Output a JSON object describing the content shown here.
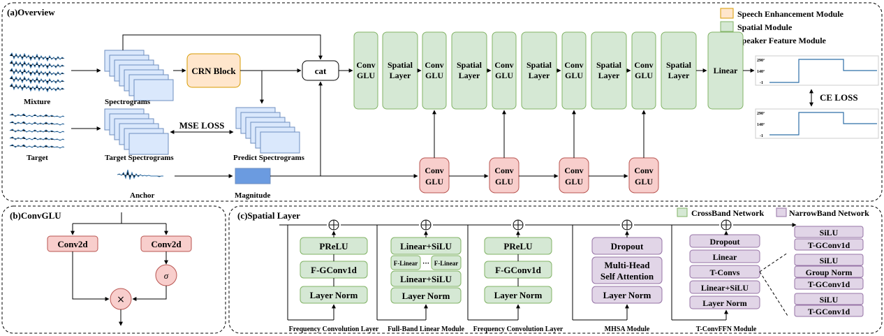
{
  "panels": {
    "overview": "(a)Overview",
    "convglu": "(b)ConvGLU",
    "spatial": "(c)Spatial Layer"
  },
  "legend": {
    "speech_enhancement": "Speech Enhancement Module",
    "spatial_module": "Spatial Module",
    "speaker_feature": "Speaker Feature Module",
    "crossband": "CrossBand Network",
    "narrowband": "NarrowBand Network"
  },
  "overview": {
    "mixture": "Mixture",
    "target": "Target",
    "anchor": "Anchor",
    "spectrograms": "Spectrograms",
    "target_spectrograms": "Target Spectrograms",
    "predict_spectrograms": "Predict Spectrograms",
    "magnitude": "Magnitude",
    "crn_block": "CRN Block",
    "cat": "cat",
    "mse_loss": "MSE LOSS",
    "ce_loss": "CE LOSS",
    "conv": "Conv",
    "glu": "GLU",
    "spatial": "Spatial",
    "layer": "Layer",
    "linear": "Linear",
    "plot_ticks": [
      "290°",
      "140°",
      "-1"
    ]
  },
  "convglu": {
    "conv2d": "Conv2d",
    "sigma": "σ",
    "times": "×"
  },
  "spatial_layer": {
    "prelu": "PReLU",
    "fgconv": "F-GConv1d",
    "layer_norm": "Layer Norm",
    "linear_silu": "Linear+SiLU",
    "f_linear": "F-Linear",
    "dots": "···",
    "dropout": "Dropout",
    "mhsa_l1": "Multi-Head",
    "mhsa_l2": "Self Attention",
    "linear": "Linear",
    "tconvs": "T-Convs",
    "silu": "SiLU",
    "tgconv": "T-GConv1d",
    "group_norm": "Group Norm",
    "cap_freq_conv": "Frequency Convolution Layer",
    "cap_fullband": "Full-Band Linear Module",
    "cap_mhsa": "MHSA Module",
    "cap_tconvffn": "T-ConvFFN Module"
  },
  "colors": {
    "green_fill": "#d5e8d4",
    "green_stroke": "#82b366",
    "red_fill": "#f8cecc",
    "red_stroke": "#b85450",
    "orange_fill": "#ffe6cc",
    "orange_stroke": "#d79b00",
    "purple_fill": "#e1d5e7",
    "purple_stroke": "#9673a6",
    "spec_fill": "#dae8fc",
    "spec_stroke": "#6c8ebf"
  }
}
